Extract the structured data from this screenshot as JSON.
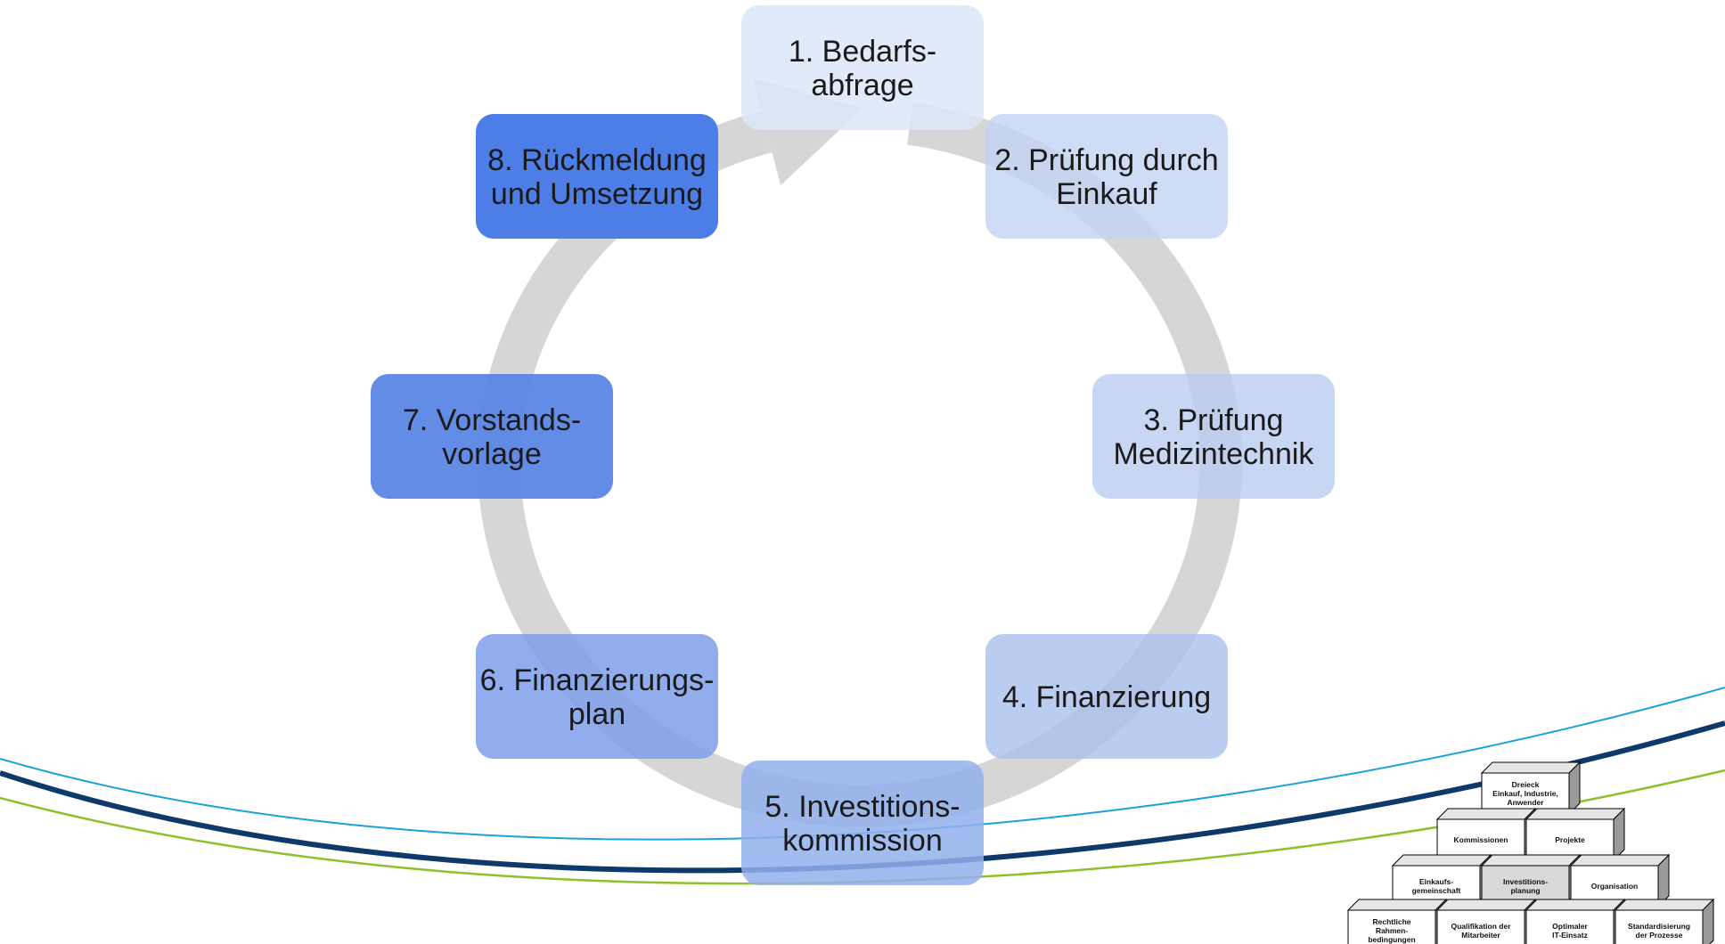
{
  "cycle": {
    "steps": [
      {
        "number": "1.",
        "lines": [
          "1. Bedarfs-",
          "abfrage"
        ],
        "fill": "#dce6f7",
        "opacity": 0.85
      },
      {
        "number": "2.",
        "lines": [
          "2. Prüfung durch",
          "Einkauf"
        ],
        "fill": "#c2d3f2",
        "opacity": 0.8
      },
      {
        "number": "3.",
        "lines": [
          "3. Prüfung",
          "Medizintechnik"
        ],
        "fill": "#b9ccf0",
        "opacity": 0.8
      },
      {
        "number": "4.",
        "lines": [
          "4. Finanzierung"
        ],
        "fill": "#a9c0ee",
        "opacity": 0.8
      },
      {
        "number": "5.",
        "lines": [
          "5. Investitions-",
          "kommission"
        ],
        "fill": "#93b0ec",
        "opacity": 0.85
      },
      {
        "number": "6.",
        "lines": [
          "6. Finanzierungs-",
          "plan"
        ],
        "fill": "#7e9fea",
        "opacity": 0.85
      },
      {
        "number": "7.",
        "lines": [
          "7. Vorstands-",
          "vorlage"
        ],
        "fill": "#5b86e6",
        "opacity": 0.95
      },
      {
        "number": "8.",
        "lines": [
          "8. Rückmeldung",
          "und Umsetzung"
        ],
        "fill": "#4d7ee7",
        "opacity": 1
      }
    ],
    "arrow_color": "#d2d2d2"
  },
  "decoration": {
    "swoosh_colors": [
      "#1aa3d9",
      "#0d3a6b",
      "#8fbf2a"
    ]
  },
  "pyramid": {
    "rows": [
      [
        {
          "lines": [
            "Dreieck",
            "Einkauf, Industrie,",
            "Anwender"
          ],
          "highlight": false
        }
      ],
      [
        {
          "lines": [
            "Kommissionen"
          ],
          "highlight": false
        },
        {
          "lines": [
            "Projekte"
          ],
          "highlight": false
        }
      ],
      [
        {
          "lines": [
            "Einkaufs-",
            "gemeinschaft"
          ],
          "highlight": false
        },
        {
          "lines": [
            "Investitions-",
            "planung"
          ],
          "highlight": true
        },
        {
          "lines": [
            "Organisation"
          ],
          "highlight": false
        }
      ],
      [
        {
          "lines": [
            "Rechtliche",
            "Rahmen-",
            "bedingungen"
          ],
          "highlight": false
        },
        {
          "lines": [
            "Qualifikation der",
            "Mitarbeiter"
          ],
          "highlight": false
        },
        {
          "lines": [
            "Optimaler",
            "IT-Einsatz"
          ],
          "highlight": false
        },
        {
          "lines": [
            "Standardisierung",
            "der Prozesse"
          ],
          "highlight": false
        }
      ]
    ]
  }
}
